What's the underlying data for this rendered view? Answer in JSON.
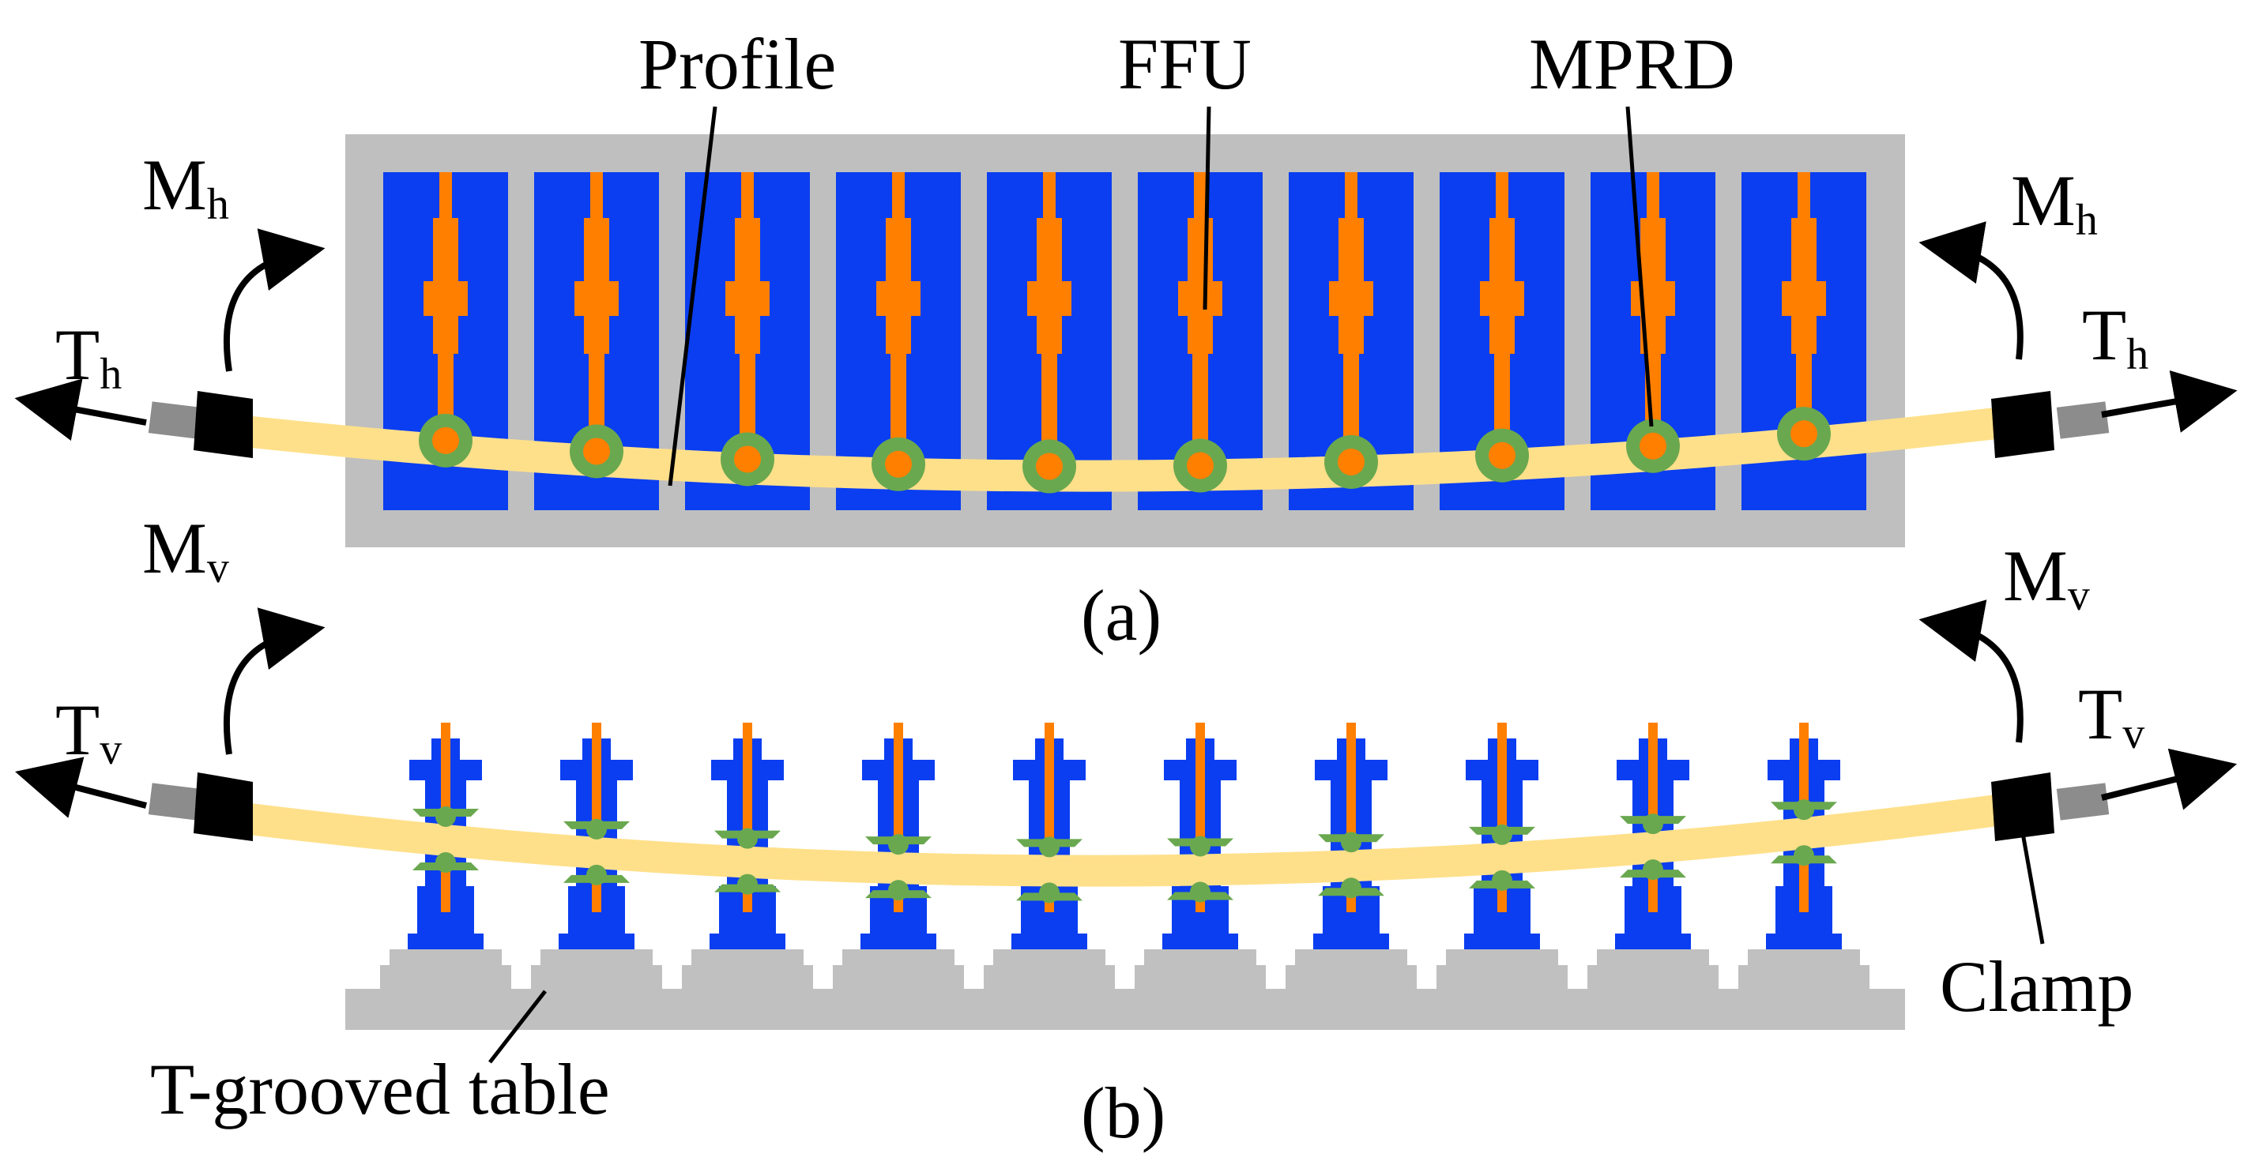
{
  "labels": {
    "profile": "Profile",
    "ffu": "FFU",
    "mprd": "MPRD",
    "clamp": "Clamp",
    "table": "T-grooved table"
  },
  "captions": {
    "a": "(a)",
    "b": "(b)"
  },
  "symbols": {
    "M": "M",
    "T": "T",
    "h_sub": "h",
    "v_sub": "v"
  },
  "colors": {
    "frame": "#bfbfbf",
    "ffu_panel": "#0a3ef0",
    "actuator": "#ff7f00",
    "mprd_ring": "#6aa84f",
    "profile": "#ffe08a",
    "clamp": "#000000",
    "clamp_rod": "#8c8c8c",
    "table": "#c0c0c0"
  },
  "units_count": 10
}
